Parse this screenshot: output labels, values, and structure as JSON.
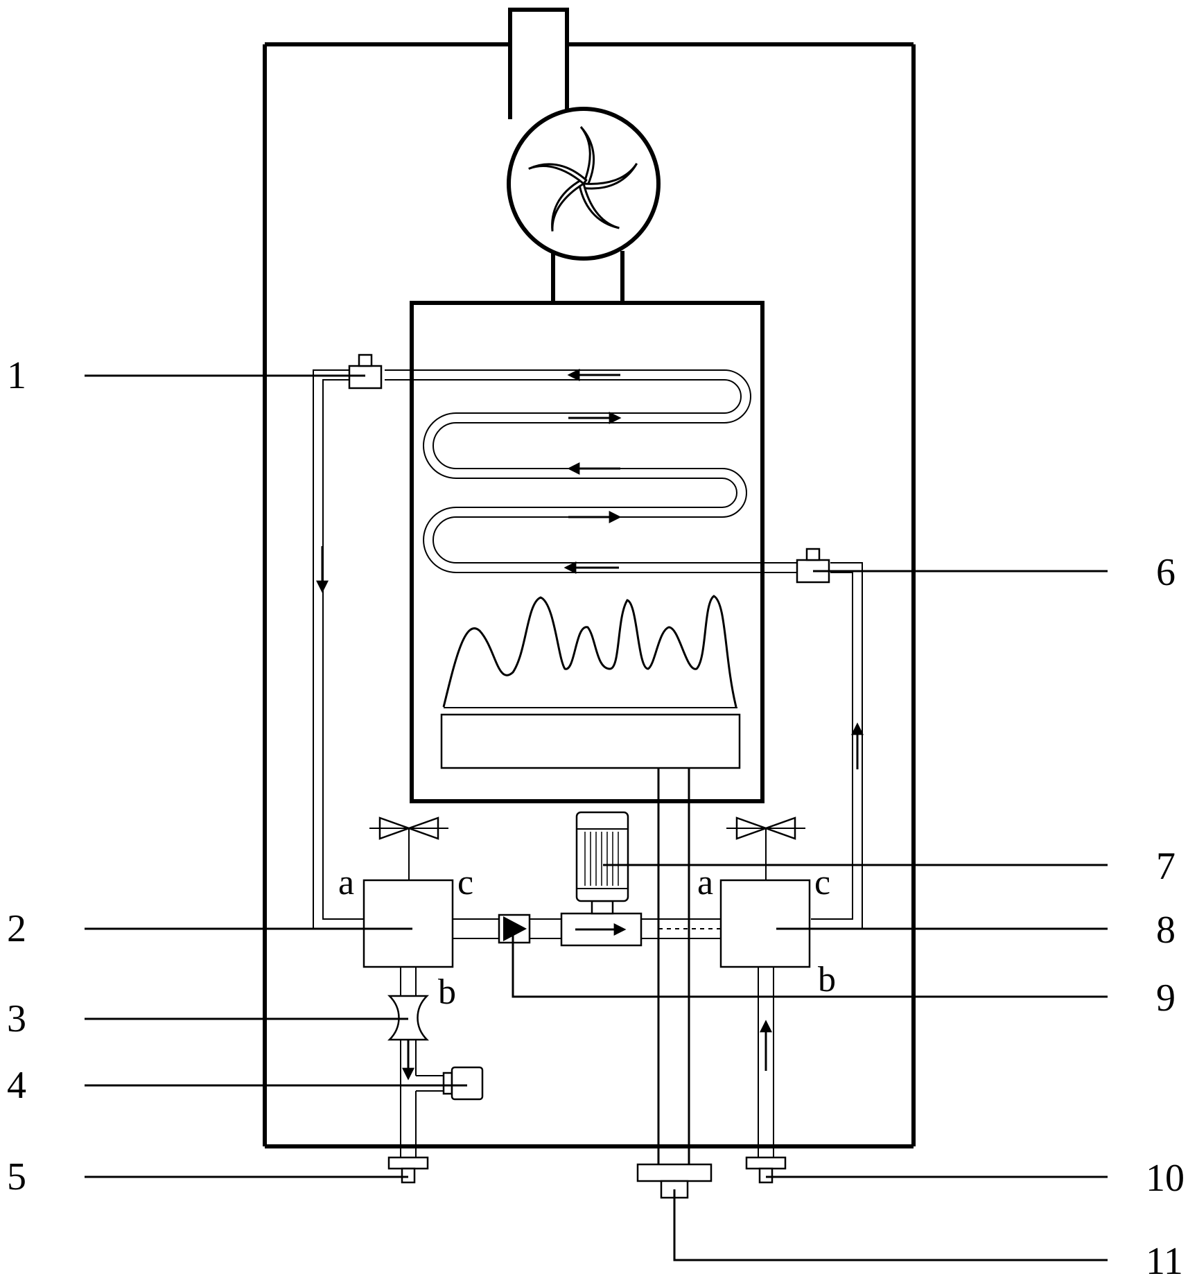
{
  "labels": {
    "c1": "1",
    "c2": "2",
    "c3": "3",
    "c4": "4",
    "c5": "5",
    "c6": "6",
    "c7": "7",
    "c8": "8",
    "c9": "9",
    "c10": "10",
    "c11": "11"
  },
  "ports": {
    "v2_a": "a",
    "v2_c": "c",
    "v2_b": "b",
    "v8_a": "a",
    "v8_c": "c",
    "v8_b": "b"
  },
  "icons": {
    "fan": "fan-icon",
    "flame": "flame-icon",
    "motor": "motor-icon",
    "valve_handle": "valve-handle-icon",
    "flow_arrow": "arrow-icon"
  },
  "colors": {
    "line": "#000000",
    "background": "#ffffff"
  }
}
